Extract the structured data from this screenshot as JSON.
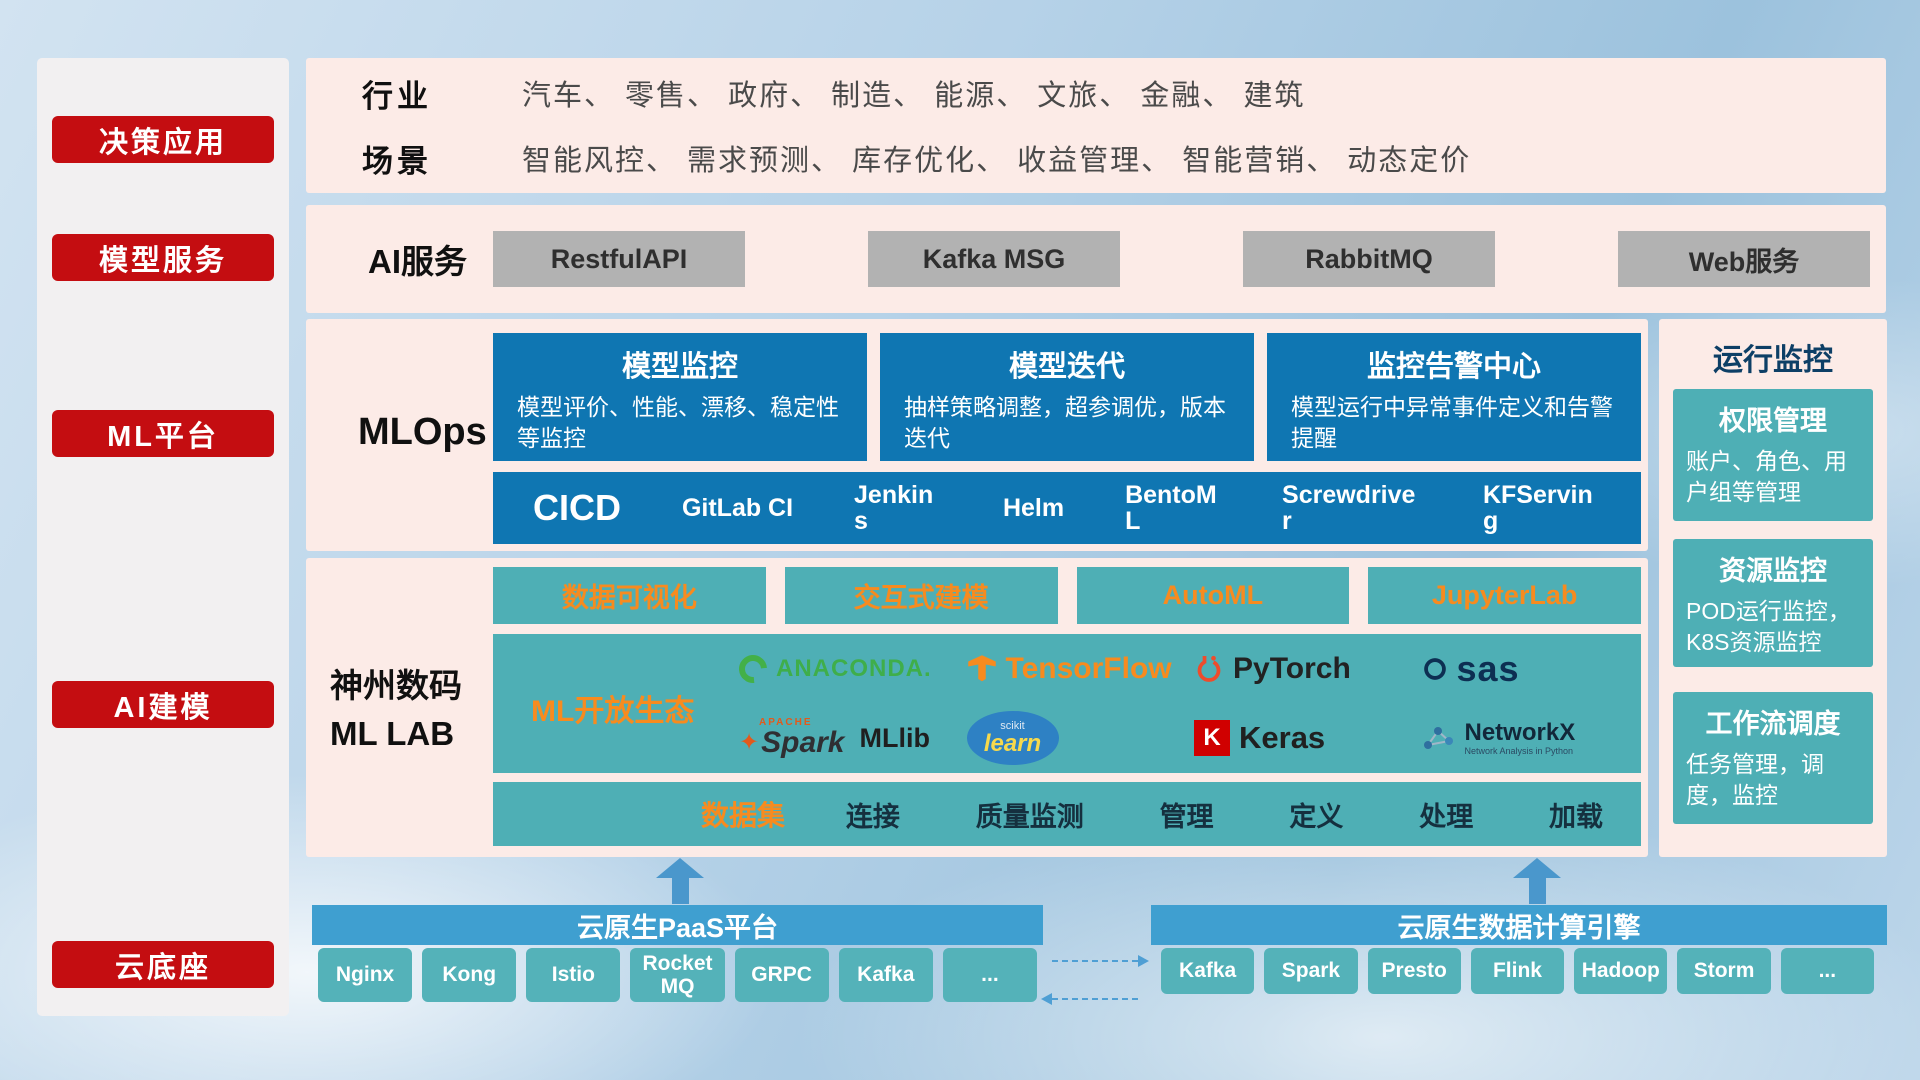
{
  "sidebar": {
    "items": [
      {
        "label": "决策应用"
      },
      {
        "label": "模型服务"
      },
      {
        "label": "ML平台"
      },
      {
        "label": "AI建模"
      },
      {
        "label": "云底座"
      }
    ]
  },
  "industry": {
    "row1_label": "行业",
    "row1_text": "汽车、 零售、 政府、 制造、 能源、 文旅、 金融、 建筑",
    "row2_label": "场景",
    "row2_text": "智能风控、 需求预测、 库存优化、 收益管理、 智能营销、 动态定价"
  },
  "ai_service": {
    "label": "AI服务",
    "buttons": [
      {
        "label": "RestfulAPI"
      },
      {
        "label": "Kafka MSG"
      },
      {
        "label": "RabbitMQ"
      },
      {
        "label": "Web服务"
      }
    ]
  },
  "mlops": {
    "label": "MLOps",
    "cards": [
      {
        "title": "模型监控",
        "desc": "模型评价、性能、漂移、稳定性等监控"
      },
      {
        "title": "模型迭代",
        "desc": "抽样策略调整，超参调优，版本迭代"
      },
      {
        "title": "监控告警中心",
        "desc": "模型运行中异常事件定义和告警提醒"
      }
    ],
    "cicd_label": "CICD",
    "cicd_items": [
      {
        "label": "GitLab CI"
      },
      {
        "label": "Jenkins"
      },
      {
        "label": "Helm"
      },
      {
        "label": "BentoML"
      },
      {
        "label": "Screwdriver"
      },
      {
        "label": "KFServing"
      }
    ]
  },
  "mllab": {
    "label_line1": "神州数码",
    "label_line2": "ML LAB",
    "top_buttons": [
      {
        "label": "数据可视化"
      },
      {
        "label": "交互式建模"
      },
      {
        "label": "AutoML"
      },
      {
        "label": "JupyterLab"
      }
    ],
    "ecosystem_title": "ML开放生态",
    "logos": {
      "anaconda": "ANACONDA.",
      "tensorflow": "TensorFlow",
      "pytorch": "PyTorch",
      "sas": "sas",
      "spark_prefix": "APACHE",
      "spark": "Spark",
      "mllib": "MLlib",
      "scikit": "scikit",
      "learn": "learn",
      "keras_letter": "K",
      "keras": "Keras",
      "networkx": "NetworkX",
      "networkx_sub": "Network Analysis in Python"
    },
    "dataset_label": "数据集",
    "dataset_items": [
      {
        "label": "连接"
      },
      {
        "label": "质量监测"
      },
      {
        "label": "管理"
      },
      {
        "label": "定义"
      },
      {
        "label": "处理"
      },
      {
        "label": "加载"
      }
    ]
  },
  "monitoring": {
    "title": "运行监控",
    "cards": [
      {
        "title": "权限管理",
        "desc": "账户、角色、用户组等管理"
      },
      {
        "title": "资源监控",
        "desc": "POD运行监控，K8S资源监控"
      },
      {
        "title": "工作流调度",
        "desc": "任务管理，调度，监控"
      }
    ]
  },
  "bottom": {
    "paas_title": "云原生PaaS平台",
    "paas_items": [
      {
        "label": "Nginx"
      },
      {
        "label": "Kong"
      },
      {
        "label": "Istio"
      },
      {
        "label": "RocketMQ"
      },
      {
        "label": "GRPC"
      },
      {
        "label": "Kafka"
      },
      {
        "label": "..."
      }
    ],
    "engine_title": "云原生数据计算引擎",
    "engine_items": [
      {
        "label": "Kafka"
      },
      {
        "label": "Spark"
      },
      {
        "label": "Presto"
      },
      {
        "label": "Flink"
      },
      {
        "label": "Hadoop"
      },
      {
        "label": "Storm"
      },
      {
        "label": "..."
      }
    ]
  },
  "colors": {
    "accent_red": "#c40d11",
    "panel_pink": "#fcebe7",
    "deep_blue": "#0f76b2",
    "teal": "#4eafb5",
    "accent_orange": "#f78b1f",
    "bar_blue": "#3f9fd0",
    "small_teal": "#54b2b9",
    "gray_button": "#b2b2b2"
  }
}
